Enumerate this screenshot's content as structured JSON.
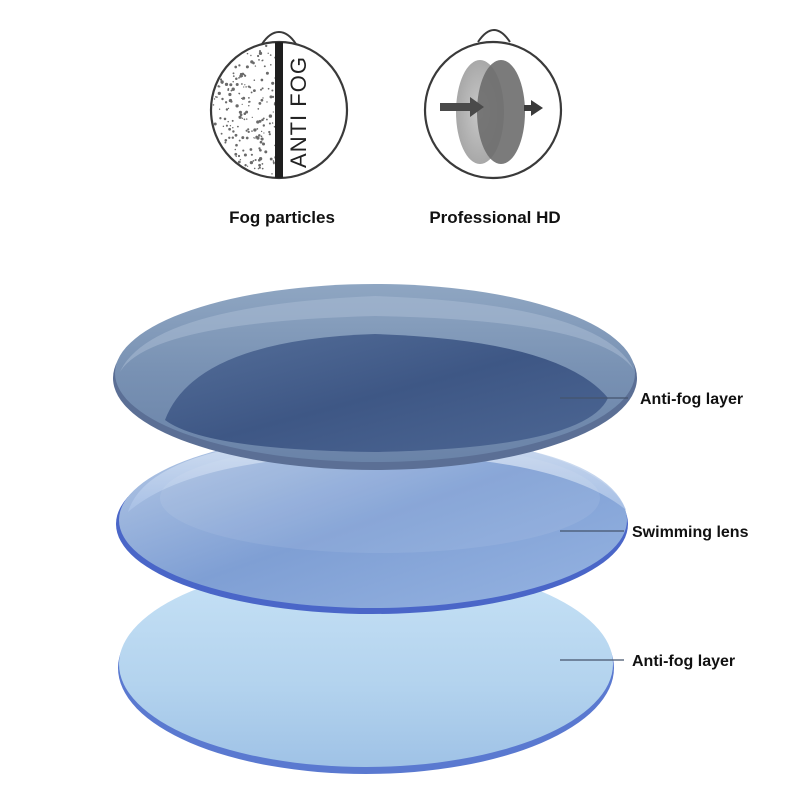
{
  "icons": [
    {
      "id": "fog",
      "caption": "Fog particles",
      "badge_text": "ANTI FOG"
    },
    {
      "id": "hd",
      "caption": "Professional HD"
    }
  ],
  "layers": [
    {
      "label": "Anti-fog layer"
    },
    {
      "label": "Swimming lens"
    },
    {
      "label": "Anti-fog layer"
    }
  ],
  "colors": {
    "top_lens": "#7e95b6",
    "top_lens_inner": "#3f5985",
    "middle_lens": "#8aa6d8",
    "bottom_lens": "#b7d6ef",
    "lens_rim": "#4f6fc4",
    "text": "#111111"
  }
}
